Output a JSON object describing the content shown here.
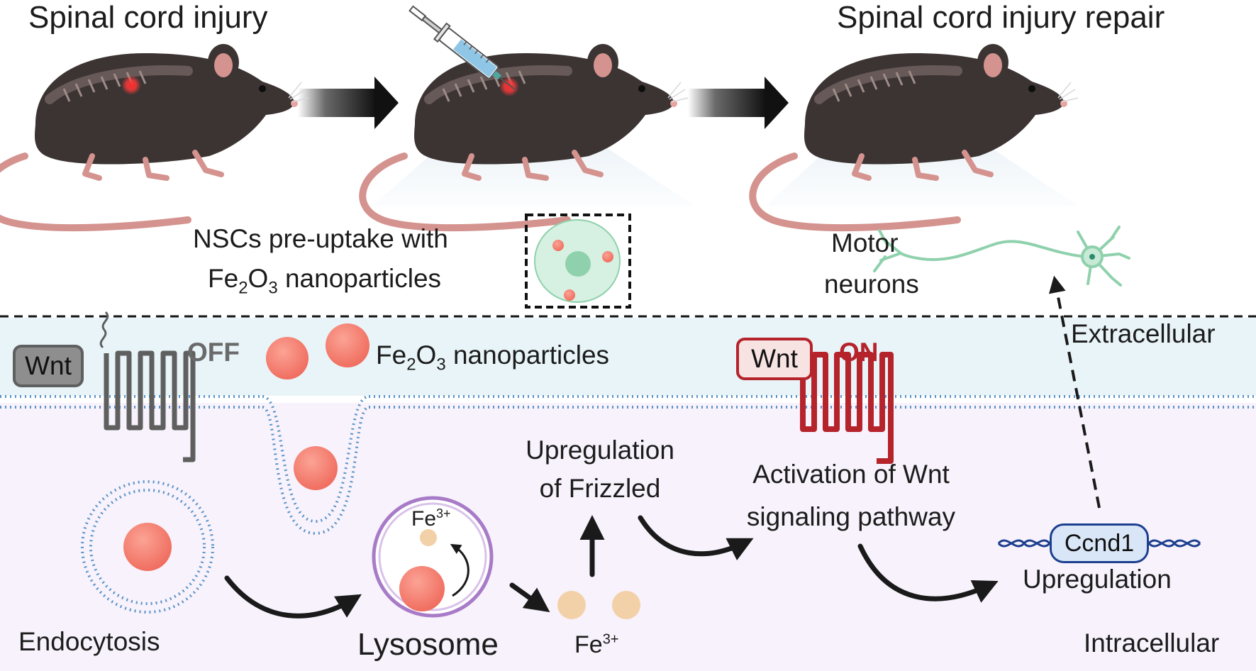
{
  "titles": {
    "injury": "Spinal cord injury",
    "repair": "Spinal cord injury repair"
  },
  "top": {
    "nsc_line1": "NSCs pre-uptake with",
    "nsc_line2_prefix": "Fe",
    "nsc_line2_sub1": "2",
    "nsc_line2_mid": "O",
    "nsc_line2_sub2": "3",
    "nsc_line2_suffix": " nanoparticles",
    "motor_line1": "Motor",
    "motor_line2": "neurons"
  },
  "membrane": {
    "extracellular": "Extracellular",
    "intracellular": "Intracellular",
    "wnt_off_badge": "Wnt",
    "off_label": "OFF",
    "wnt_on_badge": "Wnt",
    "on_label": "ON",
    "np_prefix": "Fe",
    "np_sub1": "2",
    "np_mid": "O",
    "np_sub2": "3",
    "np_suffix": " nanoparticles"
  },
  "pathway": {
    "endocytosis": "Endocytosis",
    "lysosome": "Lysosome",
    "fe_in_lysosome": "Fe",
    "fe_in_lysosome_sup": "3+",
    "fe_free": "Fe",
    "fe_free_sup": "3+",
    "frizzled_line1": "Upregulation",
    "frizzled_line2": "of Frizzled",
    "wnt_act_line1": "Activation of Wnt",
    "wnt_act_line2": "signaling pathway",
    "ccnd1": "Ccnd1",
    "upregulation": "Upregulation"
  },
  "colors": {
    "extracellular_band": "#e8f4f8",
    "intracellular_bg": "#f7f2fb",
    "nanoparticle": "#f3786a",
    "fe_ion": "#f3d1a8",
    "wnt_off": "#5f5f5f",
    "wnt_on": "#b5232b",
    "lipid": "#5b93c9",
    "lysosome": "#a87bc8",
    "neuron": "#8fd1ac",
    "mouse_body": "#3b3433",
    "mouse_tail": "#d4938f"
  }
}
